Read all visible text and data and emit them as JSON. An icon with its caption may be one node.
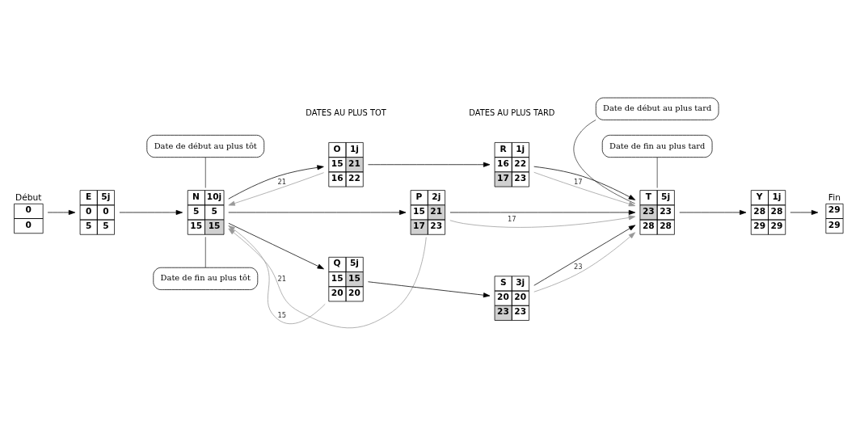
{
  "diagram": {
    "nodes": [
      {
        "text": [
          "Date de début au plus tôt"
        ]
      },
      {
        "text": [
          "O",
          "1j",
          "15",
          "21",
          "16",
          "22"
        ]
      },
      {
        "text": [
          "R",
          "1j",
          "16",
          "22",
          "17",
          "23"
        ]
      },
      {
        "text": [
          "Date de début au plus tard"
        ]
      },
      {
        "text": [
          "0",
          "0"
        ],
        "beside": [
          "Début"
        ]
      },
      {
        "text": [
          "E",
          "5j",
          "0",
          "0",
          "5",
          "5"
        ]
      },
      {
        "text": [
          "N",
          "10j",
          "5",
          "5",
          "15",
          "15"
        ]
      },
      {
        "text": [
          "P",
          "2j",
          "15",
          "21",
          "17",
          "23"
        ]
      },
      {
        "text": [
          "T",
          "5j",
          "23",
          "23",
          "28",
          "28"
        ]
      },
      {
        "text": [
          "Y",
          "1j",
          "28",
          "28",
          "29",
          "29"
        ]
      },
      {
        "text": [
          "29",
          "29"
        ],
        "beside": [
          "Fin"
        ]
      },
      {
        "text": [
          "Q",
          "5j",
          "15",
          "15",
          "20",
          "20"
        ]
      },
      {
        "text": [
          "S",
          "3j",
          "20",
          "20",
          "23",
          "23"
        ]
      },
      {
        "text": [
          "Date de fin au plus tôt"
        ]
      },
      {
        "text": [
          "Date de fin au plus tard"
        ]
      }
    ],
    "edges": [
      {
        "from": 4,
        "to": 5,
        "arrow": "to"
      },
      {
        "from": 5,
        "to": 6,
        "arrow": "to"
      },
      {
        "from": 6,
        "to": 1,
        "arrow": "to"
      },
      {
        "from": 6,
        "to": 7,
        "arrow": "to"
      },
      {
        "from": 6,
        "to": 11,
        "arrow": "to"
      },
      {
        "from": 1,
        "to": 2,
        "arrow": "to"
      },
      {
        "from": 11,
        "to": 12,
        "arrow": "to"
      },
      {
        "from": 2,
        "to": 8,
        "arrow": "to"
      },
      {
        "from": 7,
        "to": 8,
        "arrow": "to"
      },
      {
        "from": 12,
        "to": 8,
        "arrow": "to"
      },
      {
        "from": 8,
        "to": 9,
        "arrow": "to"
      },
      {
        "from": 9,
        "to": 10,
        "arrow": "to"
      },
      {
        "from": 1,
        "to": 6,
        "arrow": "to",
        "label": "21",
        "color": "#999999"
      },
      {
        "from": 7,
        "to": 6,
        "arrow": "to",
        "label": "21",
        "color": "#999999"
      },
      {
        "from": 11,
        "to": 6,
        "arrow": "to",
        "label": "15",
        "color": "#999999"
      },
      {
        "from": 2,
        "to": 8,
        "arrow": "to",
        "label": "17",
        "color": "#999999"
      },
      {
        "from": 7,
        "to": 8,
        "arrow": "to",
        "label": "17",
        "color": "#999999"
      },
      {
        "from": 12,
        "to": 8,
        "arrow": "to",
        "label": "23",
        "color": "#999999"
      },
      {
        "from": 0,
        "to": 6,
        "arrow": "none"
      },
      {
        "from": 13,
        "to": 6,
        "arrow": "none"
      },
      {
        "from": 3,
        "to": 8,
        "arrow": "none"
      },
      {
        "from": 14,
        "to": 8,
        "arrow": "none"
      }
    ],
    "labels": [
      "DATES AU PLUS TOT",
      "DATES AU PLUS TARD"
    ]
  }
}
